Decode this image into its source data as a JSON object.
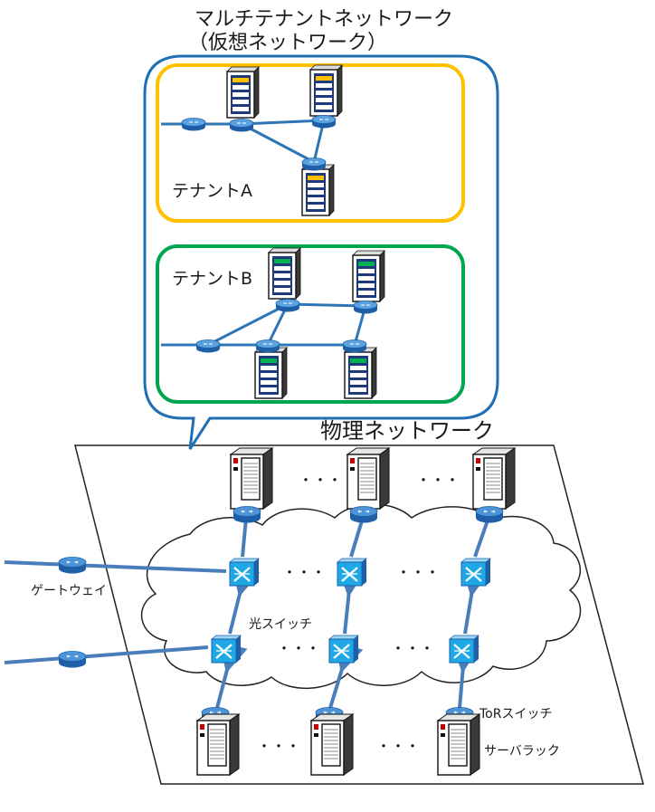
{
  "title": {
    "line1": "マルチテナントネットワーク",
    "line2": "（仮想ネットワーク）"
  },
  "tenants": [
    {
      "label": "テナントA",
      "color": "#FFC000"
    },
    {
      "label": "テナントB",
      "color": "#00A550"
    }
  ],
  "physical": {
    "title": "物理ネットワーク",
    "labels": {
      "gateway": "ゲートウェイ",
      "optical_switch": "光スイッチ",
      "tor_switch": "ToRスイッチ",
      "server_rack": "サーバラック"
    },
    "ellipsis": "・・・"
  },
  "colors": {
    "callout": "#1F6FB5",
    "link": "#4A7EBB",
    "router": "#2E75B6",
    "switch": "#00B0F0"
  }
}
